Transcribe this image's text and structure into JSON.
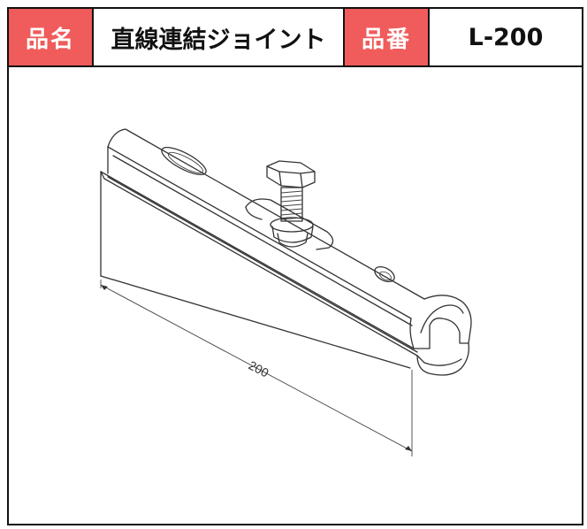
{
  "header": {
    "name_label": "品名",
    "name_value": "直線連結ジョイント",
    "number_label": "品番",
    "number_value": "L-200"
  },
  "drawing": {
    "dimension_label": "200"
  },
  "colors": {
    "label_bg": "#f05b5b",
    "label_text": "#ffffff",
    "border": "#111111"
  }
}
